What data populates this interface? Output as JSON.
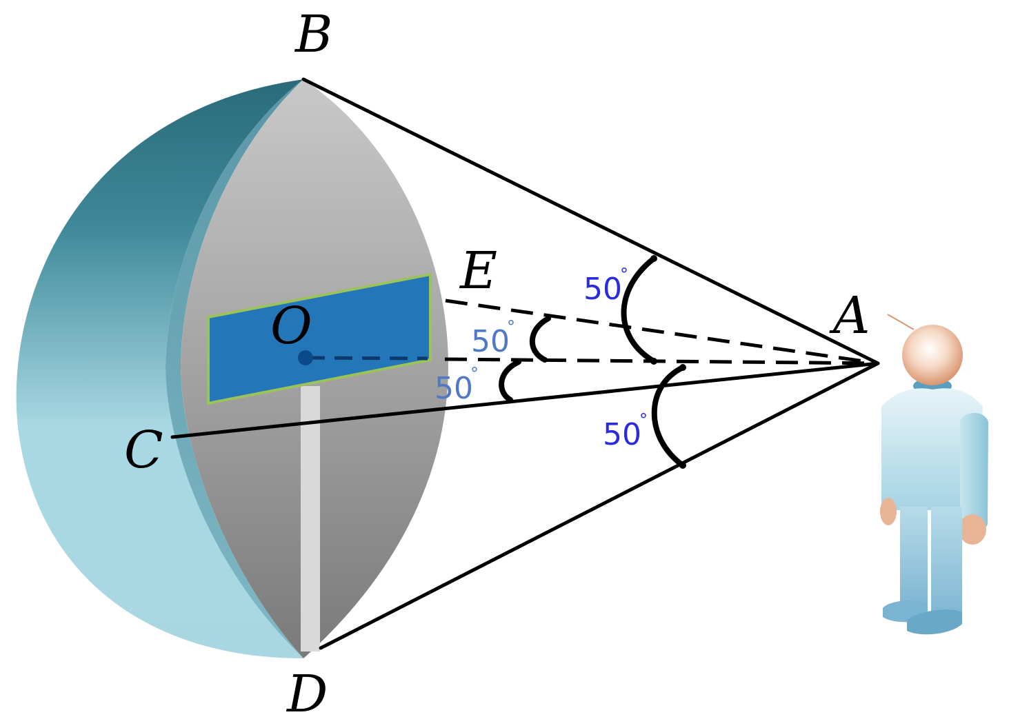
{
  "points": {
    "B": "B",
    "E": "E",
    "O": "O",
    "A": "A",
    "C": "C",
    "D": "D"
  },
  "angles": {
    "upper_outer": {
      "value": "50",
      "unit": "°"
    },
    "upper_inner": {
      "value": "50",
      "unit": "°"
    },
    "lower_inner": {
      "value": "50",
      "unit": "°"
    },
    "lower_outer": {
      "value": "50",
      "unit": "°"
    }
  },
  "colors": {
    "shell_dark": "#2a6b7a",
    "shell_light": "#a8d8e3",
    "cut_face_light": "#c4c4c4",
    "cut_face_dark": "#7a7a7a",
    "screen_fill": "#2377b8",
    "screen_border": "#9cc25a",
    "pole": "#d9d9d9",
    "angle_label_dark": "#2a2ae0",
    "angle_label_light": "#4f79c4",
    "person_body": "#cfe8f0",
    "person_head": "#f0c9b0"
  },
  "figure": {
    "person": "person-figure"
  }
}
